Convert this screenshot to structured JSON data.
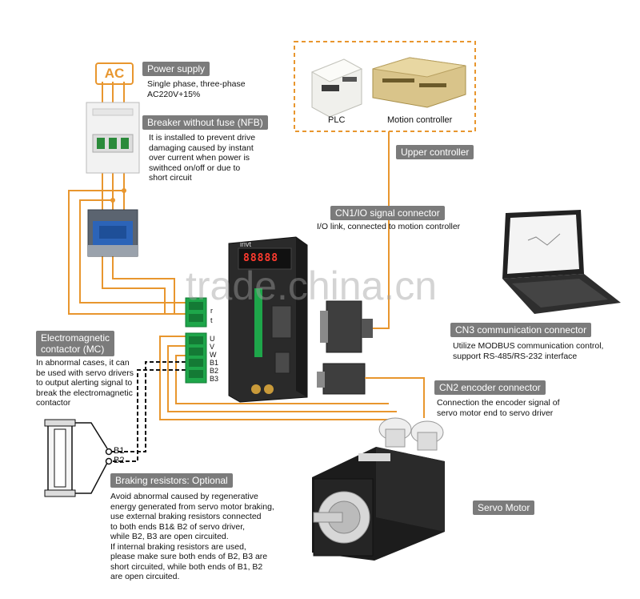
{
  "power_supply": {
    "source_label": "AC",
    "title": "Power supply",
    "desc": [
      "Single phase, three-phase",
      "AC220V+15%"
    ]
  },
  "breaker": {
    "title": "Breaker without fuse (NFB)",
    "desc": [
      "It is installed to prevent drive",
      "damaging caused by instant",
      "over current when power is",
      "swithced on/off or due to",
      "short circuit"
    ]
  },
  "upper": {
    "plc_label": "PLC",
    "motion_label": "Motion controller",
    "title": "Upper controller"
  },
  "cn1": {
    "title": "CN1/IO signal connector",
    "desc": "I/O link, connected to motion controller"
  },
  "cn3": {
    "title": "CN3 communication connector",
    "desc": [
      "Utilize MODBUS communication control,",
      "support RS-485/RS-232 interface"
    ]
  },
  "cn2": {
    "title": "CN2 encoder connector",
    "desc": [
      "Connection the encoder signal of",
      "servo motor end to servo driver"
    ]
  },
  "contactor": {
    "title": [
      "Electromagnetic",
      "contactor (MC)"
    ],
    "desc": [
      "In abnormal cases, it can",
      "be used with servo drivers",
      "to output alerting signal to",
      "break the electromagnetic",
      "contactor"
    ]
  },
  "resistor": {
    "title": "Braking resistors: Optional",
    "b1": "B1",
    "b2": "B2",
    "desc": [
      "Avoid abnormal caused by regenerative",
      "energy generated from servo motor braking,",
      "use external braking resistors connected",
      "to both ends B1& B2 of servo driver,",
      "while B2, B3 are open circuited.",
      "If internal braking resistors are used,",
      "please make sure both ends of B2, B3 are",
      "short circuited, while both ends of B1, B2",
      "are open circuited."
    ]
  },
  "terminals": {
    "top": [
      "r",
      "t"
    ],
    "bottom": [
      "U",
      "V",
      "W",
      "B1",
      "B2",
      "B3"
    ]
  },
  "drive": {
    "brand": "invt",
    "display": "88888"
  },
  "motor": {
    "title": "Servo Motor"
  },
  "watermark": "trade.china.cn",
  "colors": {
    "wire": "#e8962e",
    "label_bg": "#7b7b7b",
    "drive_body": "#222222",
    "terminal": "#1ea64a",
    "led": "#ff3b2f"
  }
}
